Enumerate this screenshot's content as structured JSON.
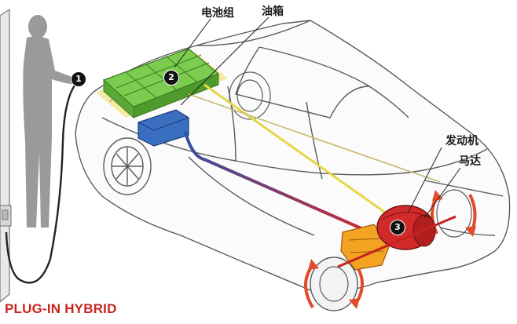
{
  "labels": {
    "battery": "电池组",
    "fuel_tank": "油箱",
    "engine": "发动机",
    "motor": "马达"
  },
  "markers": {
    "charge_plug": "1",
    "battery": "2",
    "engine": "3"
  },
  "title": "PLUG-IN HYBRID",
  "colors": {
    "battery": "#6cc24a",
    "fuel_tank": "#2a5fb0",
    "engine": "#d22a2a",
    "transmission": "#f2a322",
    "title": "#c8241f",
    "person": "#9a9a9a",
    "car_outline": "#5a5a5a"
  }
}
